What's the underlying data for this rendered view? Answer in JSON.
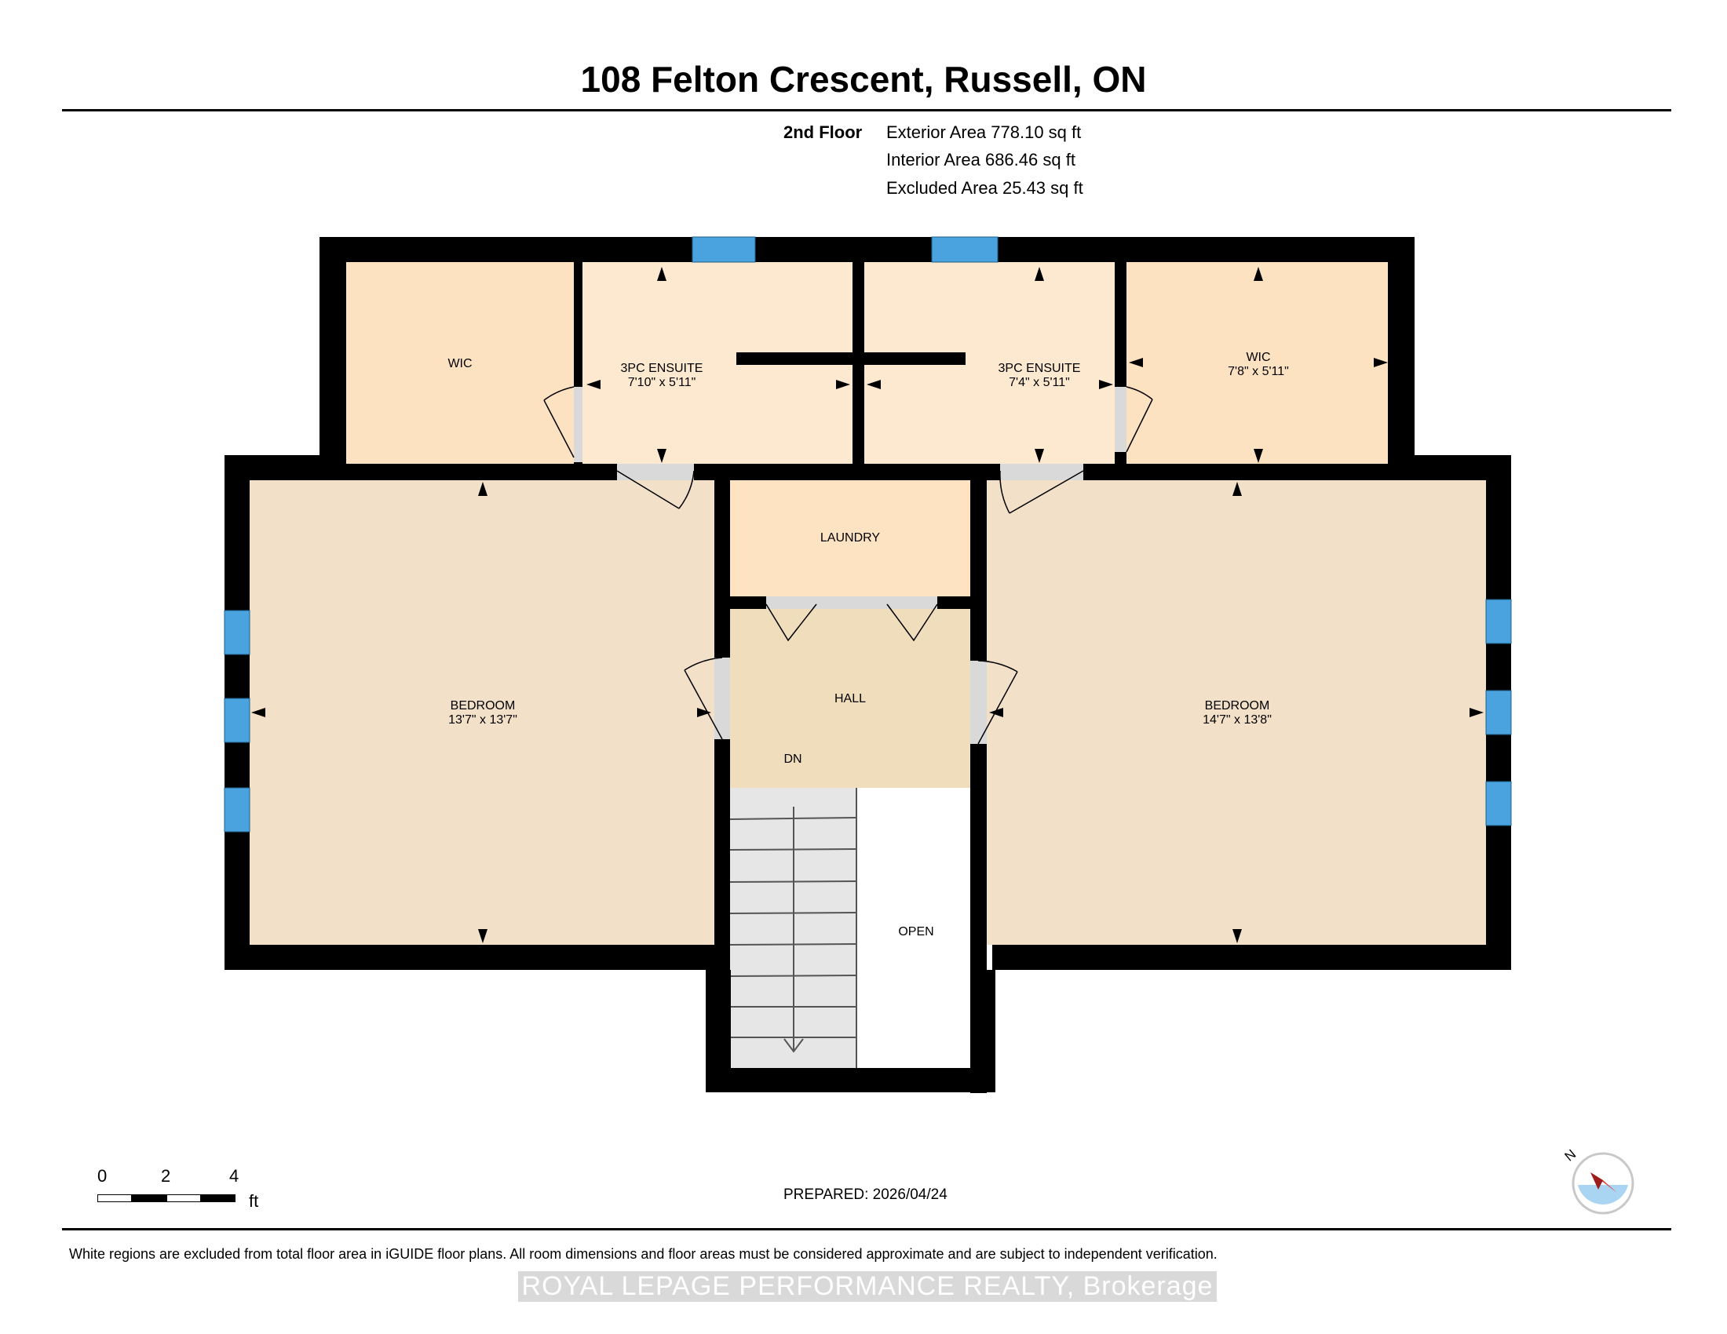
{
  "header": {
    "title": "108 Felton Crescent, Russell, ON",
    "floor": "2nd Floor",
    "exterior_area": "Exterior Area 778.10 sq ft",
    "interior_area": "Interior Area 686.46 sq ft",
    "excluded_area": "Excluded Area 25.43 sq ft"
  },
  "rooms": {
    "wic_left": {
      "name": "WIC",
      "dims": ""
    },
    "ensuite_left": {
      "name": "3PC ENSUITE",
      "dims": "7'10\" x 5'11\""
    },
    "ensuite_right": {
      "name": "3PC ENSUITE",
      "dims": "7'4\" x 5'11\""
    },
    "wic_right": {
      "name": "WIC",
      "dims": "7'8\" x 5'11\""
    },
    "bedroom_left": {
      "name": "BEDROOM",
      "dims": "13'7\" x 13'7\""
    },
    "laundry": {
      "name": "LAUNDRY"
    },
    "hall": {
      "name": "HALL"
    },
    "stairs_dn": {
      "name": "DN"
    },
    "open": {
      "name": "OPEN"
    },
    "bedroom_right": {
      "name": "BEDROOM",
      "dims": "14'7\" x 13'8\""
    }
  },
  "scale": {
    "ticks": [
      "0",
      "2",
      "4"
    ],
    "unit": "ft"
  },
  "compass": {
    "north": "N"
  },
  "prepared": "PREPARED: 2026/04/24",
  "disclaimer": "White regions are excluded from total floor area in iGUIDE floor plans. All room dimensions and floor areas must be considered approximate and are subject to independent verification.",
  "brokerage": "ROYAL LEPAGE PERFORMANCE REALTY, Brokerage",
  "colors": {
    "wall": "#000000",
    "window": "#4aa3df",
    "room_bedroom": "#f2e0c8",
    "room_wic": "#fce2c0",
    "room_ensuite": "#fde9cf",
    "room_laundry": "#fde3c2",
    "room_hall": "#f0ddbb",
    "stairs": "#e6e6e6",
    "compass_arrow": "#e8322f",
    "compass_bg": "#a9d5f2"
  }
}
